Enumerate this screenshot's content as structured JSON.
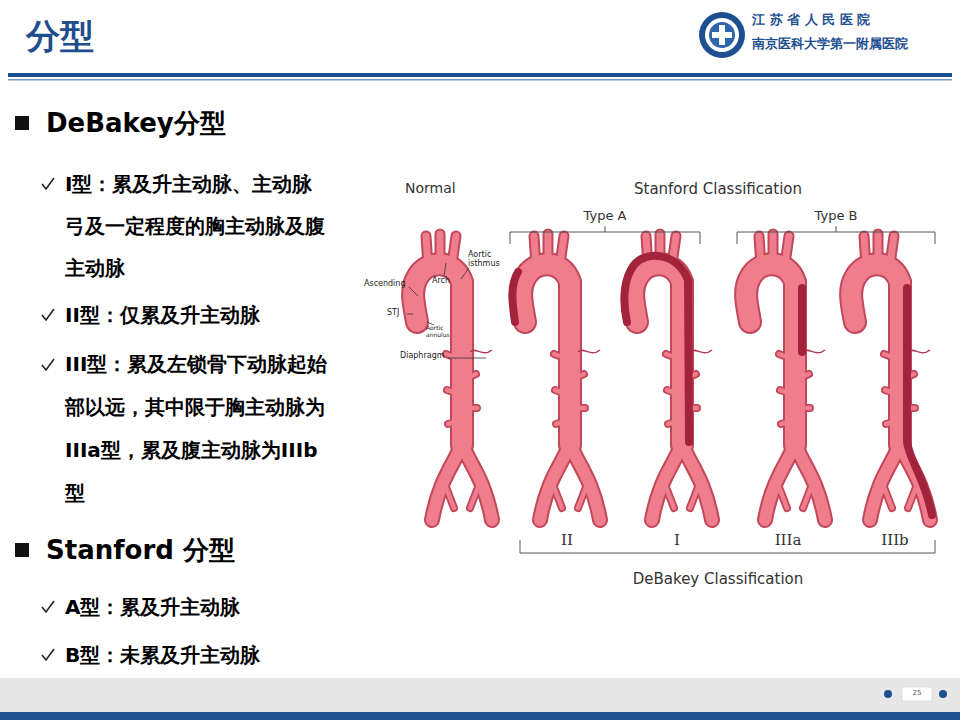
{
  "diagram": {
    "title": "分型",
    "labels": [
      "江 苏 省 人 民 医 院",
      "南京医科大学第一附属医院",
      "DeBakey分型",
      "I型：累及升主动脉、主动脉弓及一定程度的胸主动脉及腹主动脉",
      "II型：仅累及升主动脉",
      "III型：累及左锁骨下动脉起始部以远，其中限于胸主动脉为IIIa型，累及腹主动脉为IIIb型",
      "Stanford 分型",
      "A型：累及升主动脉",
      "B型：未累及升主动脉",
      "Normal",
      "Stanford Classification",
      "Type A",
      "Type B",
      "Ascending",
      "Arch",
      "Aortic isthmus",
      "STJ",
      "Aortic annulus",
      "Diaphragm",
      "II",
      "I",
      "IIIa",
      "IIIb",
      "DeBakey Classification",
      "25"
    ]
  }
}
